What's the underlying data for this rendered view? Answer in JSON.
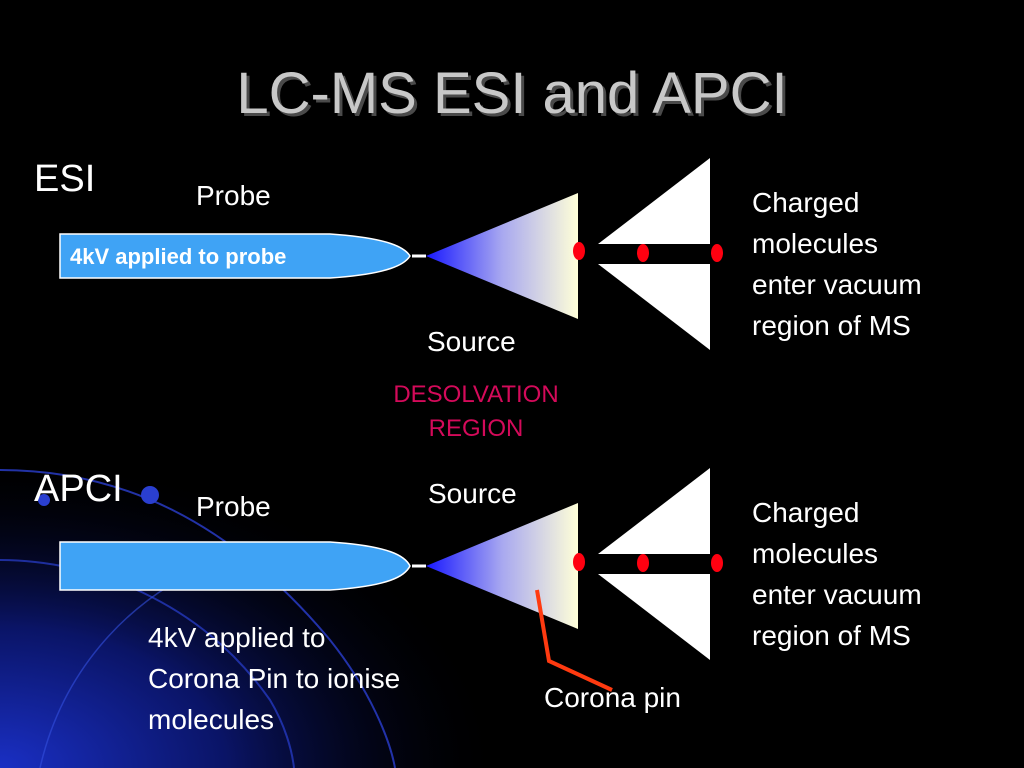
{
  "title": "LC-MS ESI and APCI",
  "esi": {
    "heading": "ESI",
    "probe_label": "Probe",
    "probe_text": "4kV applied to probe",
    "source_label": "Source",
    "result_lines": [
      "Charged",
      "molecules",
      "enter vacuum",
      "region of MS"
    ]
  },
  "desolvation_lines": [
    "DESOLVATION",
    "REGION"
  ],
  "apci": {
    "heading": "APCI",
    "probe_label": "Probe",
    "source_label": "Source",
    "corona_note_lines": [
      "4kV applied to",
      "Corona Pin to ionise",
      "molecules"
    ],
    "corona_pin_label": "Corona pin",
    "result_lines": [
      "Charged",
      "molecules",
      "enter vacuum",
      "region of MS"
    ]
  },
  "colors": {
    "probe_fill": "#3fa3f5",
    "cone_tip": "#2020ff",
    "cone_base": "#ffffd8",
    "droplet": "#ff0010",
    "desolvation": "#d40a5a",
    "corona_pin": "#ff3a10"
  }
}
